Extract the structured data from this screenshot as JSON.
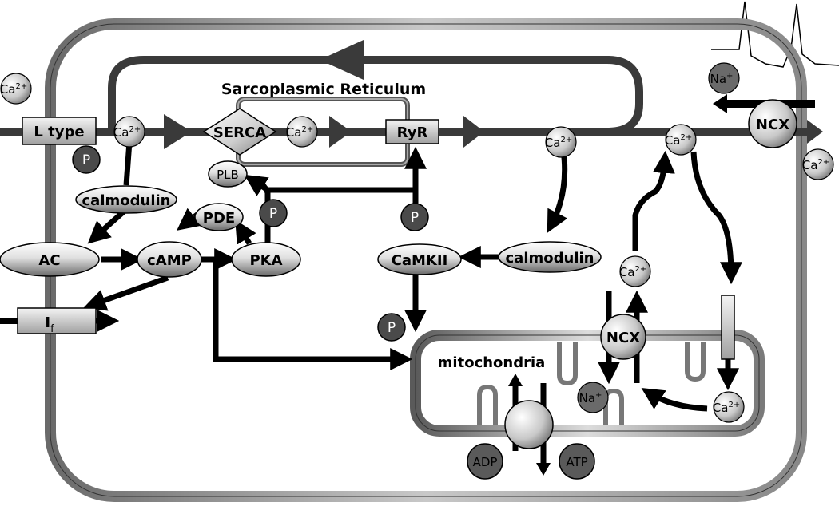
{
  "diagram": {
    "sr_title": "Sarcoplasmic Reticulum",
    "l_type": "L type",
    "serca": "SERCA",
    "ryr": "RyR",
    "plb": "PLB",
    "ncx": "NCX",
    "calmodulin": "calmodulin",
    "ac": "AC",
    "camp": "cAMP",
    "pde": "PDE",
    "pka": "PKA",
    "camkii": "CaMKII",
    "i_f_main": "I",
    "i_f_sub": "f",
    "mitochondria": "mitochondria",
    "adp": "ADP",
    "atp": "ATP",
    "p": "P",
    "ca_base": "Ca",
    "ca_sup": "2+",
    "na_base": "Na",
    "na_sup": "+"
  }
}
